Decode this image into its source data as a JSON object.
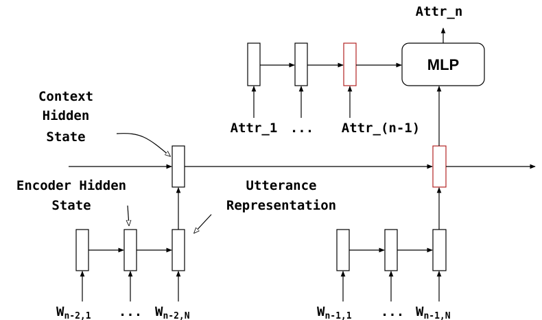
{
  "labels": {
    "attr_n": "Attr_n",
    "mlp": "MLP",
    "context_hidden_state": [
      "Context",
      "Hidden",
      "State"
    ],
    "attr_1": "Attr_1",
    "attr_ellipsis": "...",
    "attr_n_minus_1": "Attr_(n-1)",
    "encoder_hidden_state": [
      "Encoder Hidden",
      "State"
    ],
    "utterance_representation": [
      "Utterance",
      "Representation"
    ],
    "w_prev": {
      "base": "W",
      "first_sub": "n-2,1",
      "dots": "...",
      "last_sub": "n-2,N"
    },
    "w_curr": {
      "base": "W",
      "first_sub": "n-1,1",
      "dots": "...",
      "last_sub": "n-1,N"
    }
  },
  "colors": {
    "line": "#000000",
    "highlight": "#b22222"
  }
}
